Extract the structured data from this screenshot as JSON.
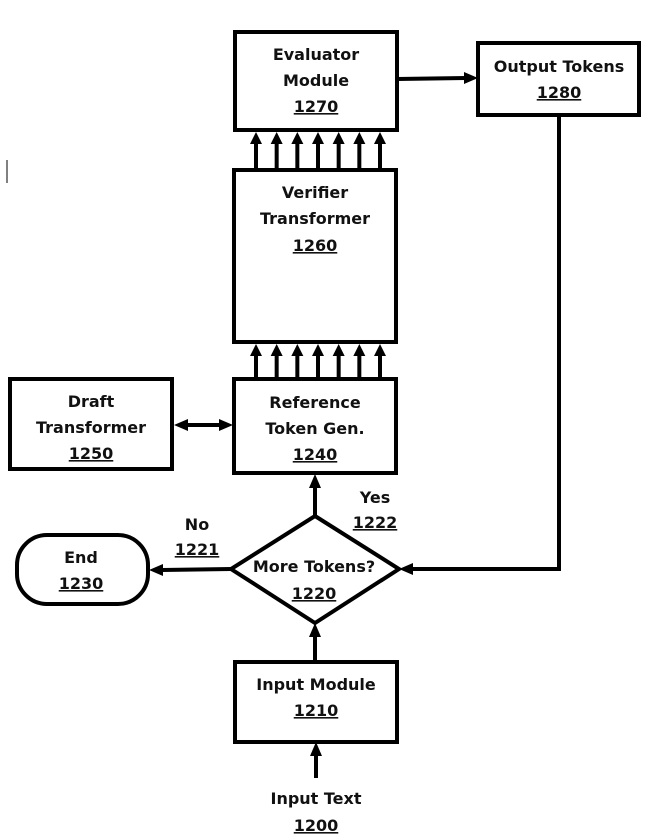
{
  "nodes": {
    "evaluator": {
      "line1": "Evaluator",
      "line2": "Module",
      "ref": "1270"
    },
    "output": {
      "line1": "Output Tokens",
      "ref": "1280"
    },
    "verifier": {
      "line1": "Verifier",
      "line2": "Transformer",
      "ref": "1260"
    },
    "draft": {
      "line1": "Draft",
      "line2": "Transformer",
      "ref": "1250"
    },
    "reference": {
      "line1": "Reference",
      "line2": "Token Gen.",
      "ref": "1240"
    },
    "decision": {
      "line1": "More Tokens?",
      "ref": "1220"
    },
    "end": {
      "line1": "End",
      "ref": "1230"
    },
    "input_module": {
      "line1": "Input Module",
      "ref": "1210"
    },
    "input_text": {
      "line1": "Input Text",
      "ref": "1200"
    }
  },
  "edges": {
    "no": {
      "label": "No",
      "ref": "1221"
    },
    "yes": {
      "label": "Yes",
      "ref": "1222"
    }
  },
  "parallel_arrow_count": 7
}
